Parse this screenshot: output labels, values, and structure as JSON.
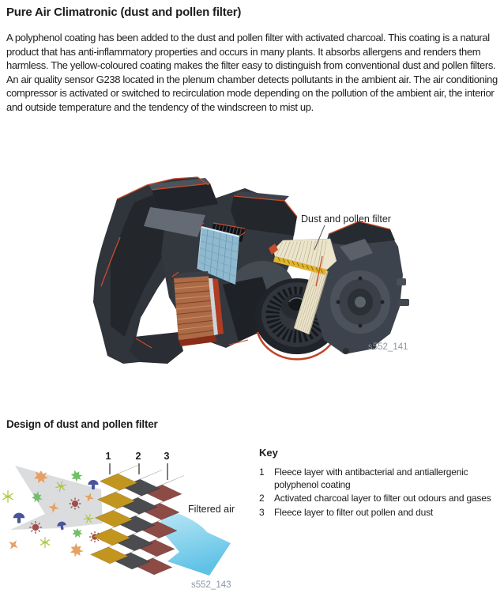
{
  "page": {
    "title": "Pure Air Climatronic (dust and pollen filter)",
    "intro": "A polyphenol coating has been added to the dust and pollen filter with activated charcoal. This coating is a natural product that has anti-inflammatory properties and occurs in many plants. It absorbs allergens and renders them harmless. The yellow-coloured coating makes the filter easy to distinguish from conventional dust and pollen filters. An air quality sensor G238 located in the plenum chamber detects pollutants in the ambient air. The air conditioning compressor is activated or switched to recirculation mode depending on the pollution of the ambient air, the interior and outside temperature and the tendency of the windscreen to mist up."
  },
  "main_figure": {
    "callout": "Dust and pollen filter",
    "figure_id": "s552_141"
  },
  "design_figure": {
    "heading": "Design of dust and pollen filter",
    "filtered_air_label": "Filtered air",
    "figure_id": "s552_143",
    "layers": [
      {
        "number": "1",
        "light": "#efc437",
        "dark": "#c2951f"
      },
      {
        "number": "2",
        "light": "#96989b",
        "dark": "#4a4c4f"
      },
      {
        "number": "3",
        "light": "#b5736d",
        "dark": "#8d4b46"
      }
    ],
    "particle_colors": {
      "pollen": "#e5a163",
      "bacteria": "#72bf6a",
      "fungus": "#49549b",
      "virus": "#9c4f4c",
      "spore": "#a6c636",
      "allergen": "#e5a163"
    }
  },
  "key": {
    "heading": "Key",
    "items": [
      {
        "number": "1",
        "text": "Fleece layer with antibacterial and antiallergenic polyphenol coating"
      },
      {
        "number": "2",
        "text": "Activated charcoal layer to filter out odours and gases"
      },
      {
        "number": "3",
        "text": "Fleece layer to filter out pollen and dust"
      }
    ]
  },
  "palette": {
    "text": "#1d1d1b",
    "figure_id_text": "#8b97a4",
    "cut_edge": "#c94b2b",
    "housing": "#33373e",
    "housing_dark": "#23262b",
    "evaporator": "#8fb9cf",
    "heater_core": "#ad6a46",
    "heater_frame": "#b03c22",
    "filter_media": "#ece5cc",
    "filter_pleat": "#e2b42d",
    "inflow_air": "#d6d7d9",
    "clean_air": "#5fc2e6",
    "clean_air_light": "#bce8f6"
  }
}
